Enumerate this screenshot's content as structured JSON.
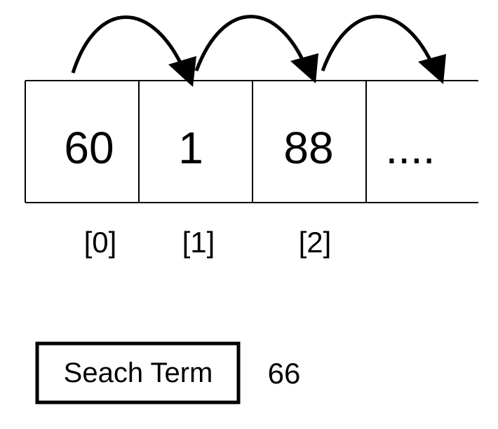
{
  "array": {
    "cells": [
      {
        "value": "60",
        "index": "[0]"
      },
      {
        "value": "1",
        "index": "[1]"
      },
      {
        "value": "88",
        "index": "[2]"
      },
      {
        "value": "....",
        "index": ""
      }
    ]
  },
  "search": {
    "label": "Seach Term",
    "value": "66"
  }
}
